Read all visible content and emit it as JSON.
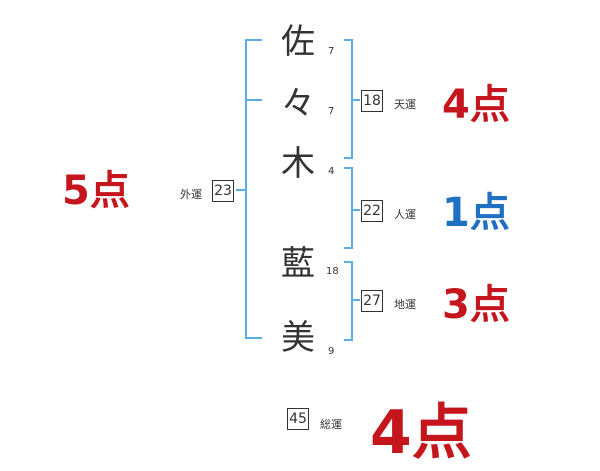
{
  "name_chars": [
    {
      "char": "佐",
      "strokes": "7"
    },
    {
      "char": "々",
      "strokes": "7"
    },
    {
      "char": "木",
      "strokes": "4"
    },
    {
      "char": "藍",
      "strokes": "18"
    },
    {
      "char": "美",
      "strokes": "9"
    }
  ],
  "gaiun": {
    "label": "外運",
    "value": "23",
    "score": "5点",
    "color": "#c4161c"
  },
  "tenun": {
    "label": "天運",
    "value": "18",
    "score": "4点",
    "color": "#c4161c"
  },
  "jinun": {
    "label": "人運",
    "value": "22",
    "score": "1点",
    "color": "#1f6fc2"
  },
  "chiun": {
    "label": "地運",
    "value": "27",
    "score": "3点",
    "color": "#c4161c"
  },
  "souun": {
    "label": "総運",
    "value": "45",
    "score": "4点",
    "color": "#c4161c"
  },
  "bracket_color": "#5aaee0"
}
